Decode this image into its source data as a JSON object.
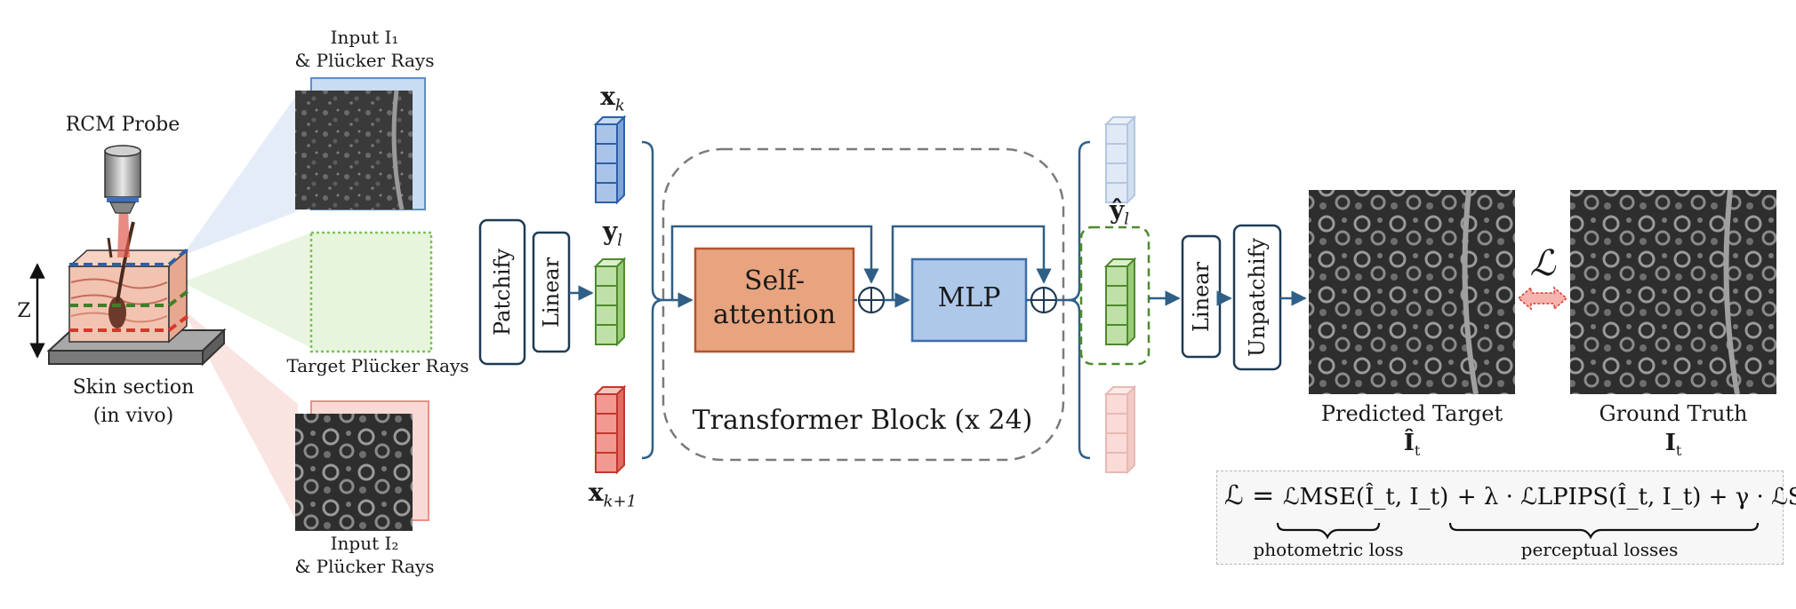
{
  "left": {
    "probe_label": "RCM Probe",
    "axis_label": "Z",
    "skin_label_line1": "Skin section",
    "skin_label_line2": "(in vivo)",
    "input1_line1": "Input I₁",
    "input1_line2": "& Plücker Rays",
    "target_label": "Target Plücker Rays",
    "input2_line1": "Input I₂",
    "input2_line2": "& Plücker Rays"
  },
  "tokens": {
    "xk": "x",
    "xk_sub": "k",
    "yl": "y",
    "yl_sub": "l",
    "xk1": "x",
    "xk1_sub": "k+1",
    "yhat": "ŷ",
    "yhat_sub": "l"
  },
  "blocks": {
    "patchify": "Patchify",
    "linear_in": "Linear",
    "self_attention_line1": "Self-",
    "self_attention_line2": "attention",
    "mlp": "MLP",
    "transformer": "Transformer Block (x 24)",
    "linear_out": "Linear",
    "unpatchify": "Unpatchify"
  },
  "outputs": {
    "predicted_label": "Predicted Target",
    "predicted_symbol": "Î",
    "predicted_sub": "t",
    "ground_truth_label": "Ground Truth",
    "ground_truth_symbol": "I",
    "ground_truth_sub": "t",
    "loss_symbol": "ℒ"
  },
  "loss": {
    "equation_lhs": "ℒ =",
    "mse_term": "ℒMSE(Î_t, I_t)",
    "rest": "+ λ · ℒLPIPS(Î_t, I_t) + γ · ℒSPF",
    "photometric_label": "photometric loss",
    "perceptual_label": "perceptual losses"
  },
  "colors": {
    "blue": "#4a72b0",
    "blue_fill": "#aac4e8",
    "green": "#4f8a2e",
    "green_fill": "#b9dea0",
    "red": "#c0392b",
    "red_fill": "#f29a92",
    "navy": "#1f3b55",
    "orange_fill": "#e7a47f",
    "orange_stroke": "#b4532a",
    "mlp_fill": "#aec8ea",
    "mlp_stroke": "#3d6da8",
    "arrow": "#2f5f86"
  }
}
